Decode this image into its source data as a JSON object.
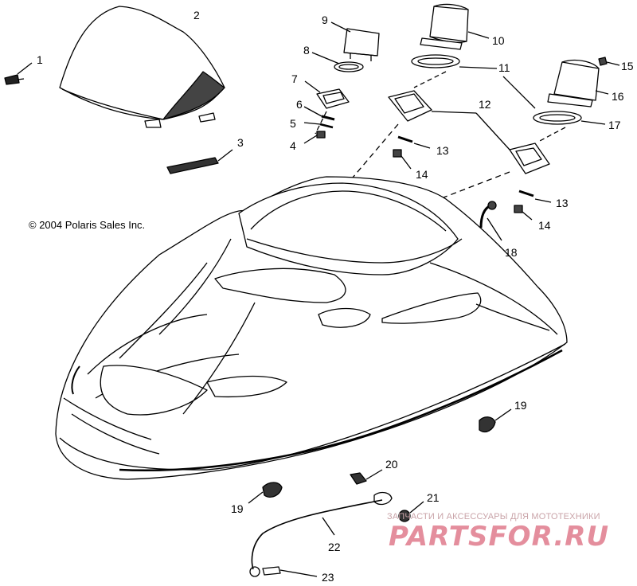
{
  "copyright": "© 2004 Polaris Sales Inc.",
  "watermark": {
    "tagline": "ЗАПЧАСТИ И АКСЕССУАРЫ ДЛЯ МОТОТЕХНИКИ",
    "brand": "PARTSFOR.RU"
  },
  "callouts": {
    "c1": "1",
    "c2": "2",
    "c3": "3",
    "c4": "4",
    "c5": "5",
    "c6": "6",
    "c7": "7",
    "c8": "8",
    "c9": "9",
    "c10": "10",
    "c11": "11",
    "c12": "12",
    "c13a": "13",
    "c13b": "13",
    "c14a": "14",
    "c14b": "14",
    "c15": "15",
    "c16": "16",
    "c17": "17",
    "c18": "18",
    "c19a": "19",
    "c19b": "19",
    "c20": "20",
    "c21": "21",
    "c22": "22",
    "c23": "23"
  },
  "colors": {
    "line": "#000000",
    "watermark": "#e07b8c"
  }
}
